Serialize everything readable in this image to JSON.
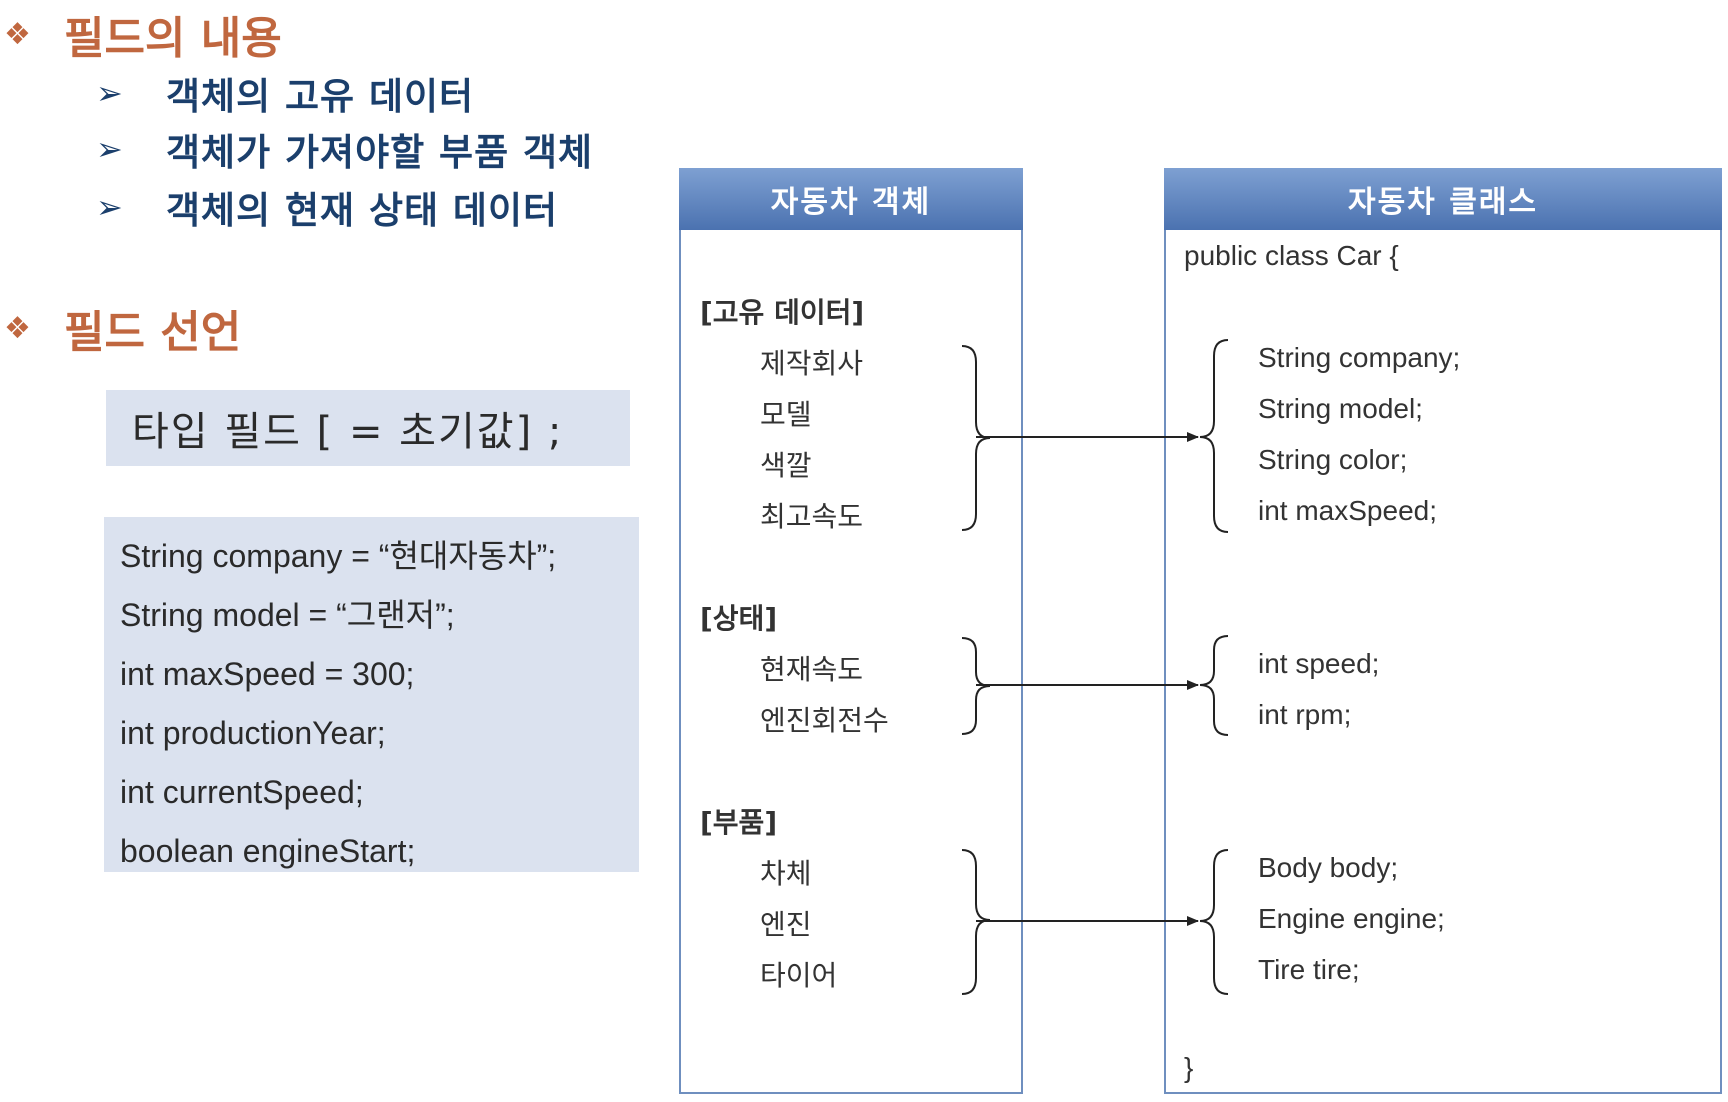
{
  "sections": [
    {
      "title": "필드의 내용",
      "bullets": [
        "객체의 고유 데이터",
        "객체가 가져야할 부품 객체",
        "객체의 현재 상태 데이터"
      ]
    },
    {
      "title": "필드 선언",
      "syntax": "타입 필드 [ = 초기값] ;",
      "code_lines": [
        "String company = “현대자동차”;",
        "String model = “그랜저”;",
        "int maxSpeed = 300;",
        "int productionYear;",
        "int currentSpeed;",
        "boolean engineStart;"
      ]
    }
  ],
  "object_panel": {
    "title": "자동차 객체",
    "groups": [
      {
        "label": "[고유 데이터]",
        "items": [
          "제작회사",
          "모델",
          "색깔",
          "최고속도"
        ]
      },
      {
        "label": "[상태]",
        "items": [
          "현재속도",
          "엔진회전수"
        ]
      },
      {
        "label": "[부품]",
        "items": [
          "차체",
          "엔진",
          "타이어"
        ]
      }
    ]
  },
  "class_panel": {
    "title": "자동차 클래스",
    "header": "public class Car {",
    "groups": [
      [
        "String company;",
        "String model;",
        "String color;",
        "int maxSpeed;"
      ],
      [
        "int speed;",
        "int rpm;"
      ],
      [
        "Body body;",
        "Engine engine;",
        "Tire tire;"
      ]
    ],
    "footer": "}"
  },
  "colors": {
    "section_title": "#c0673f",
    "bullet_text": "#1b3f6c",
    "box_fill": "#dbe2ef",
    "panel_border": "#6f8fbf",
    "panel_header": "#4b72b0"
  }
}
